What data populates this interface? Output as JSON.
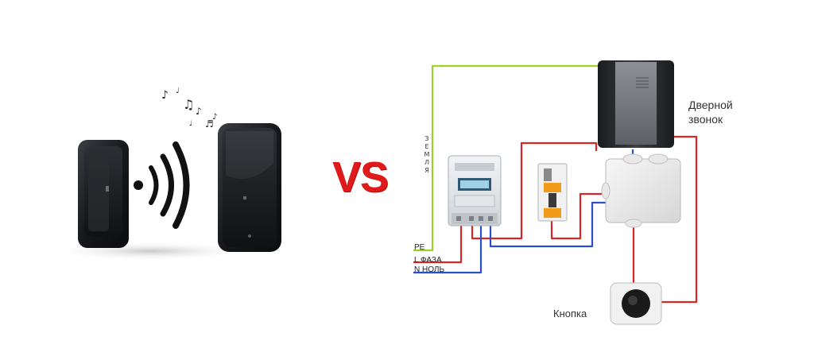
{
  "comparison": {
    "vs_label": "VS"
  },
  "diagram": {
    "bell_label_line1": "Дверной",
    "bell_label_line2": "звонок",
    "button_label": "Кнопка",
    "earth_label": "ЗЕМЛЯ",
    "wire_pe": "PE",
    "wire_phase": "L ФАЗА",
    "wire_neutral": "N НОЛЬ",
    "colors": {
      "wire_pe": "#9bd12b",
      "wire_phase": "#d8252a",
      "wire_neutral": "#2a4fc7",
      "vs_text": "#e01a1a"
    }
  },
  "icons": {
    "wireless_left": "wireless-doorbell-button-icon",
    "wireless_right": "wireless-doorbell-receiver-icon",
    "signal": "wifi-signal-icon",
    "notes": "music-notes-icon"
  }
}
